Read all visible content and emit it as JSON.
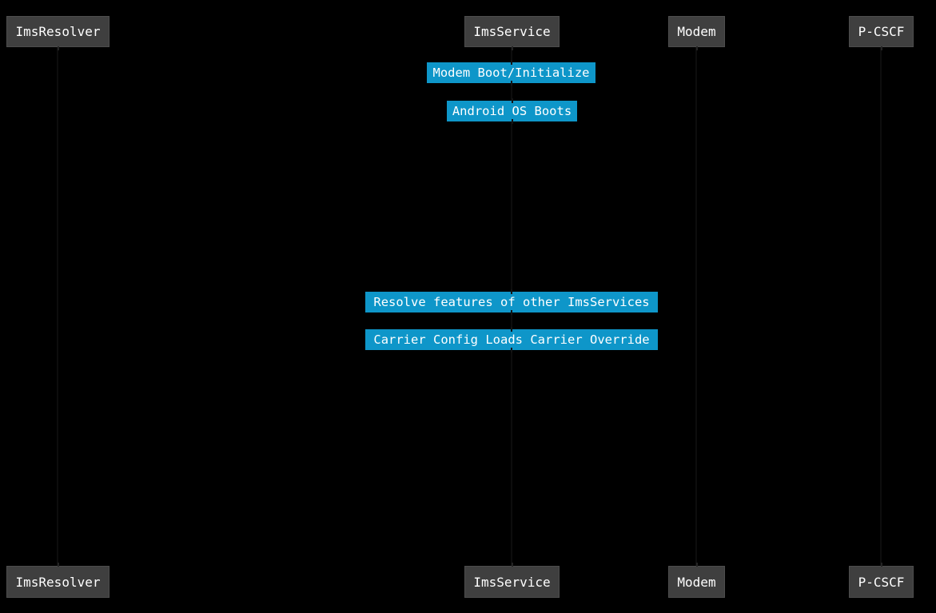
{
  "diagram_type": "sequence-diagram",
  "participants": [
    {
      "label": "ImsResolver"
    },
    {
      "label": "ImsService"
    },
    {
      "label": "Modem"
    },
    {
      "label": "P-CSCF"
    }
  ],
  "events": [
    {
      "label": "Modem Boot/Initialize"
    },
    {
      "label": "Android OS Boots"
    },
    {
      "label": "Resolve features of other ImsServices"
    },
    {
      "label": "Carrier Config Loads Carrier Override"
    }
  ],
  "colors": {
    "background": "#000000",
    "participant_fill": "#3f3f3f",
    "participant_border": "#4d4d4d",
    "event_fill": "#0e96c9",
    "text": "#ffffff"
  }
}
